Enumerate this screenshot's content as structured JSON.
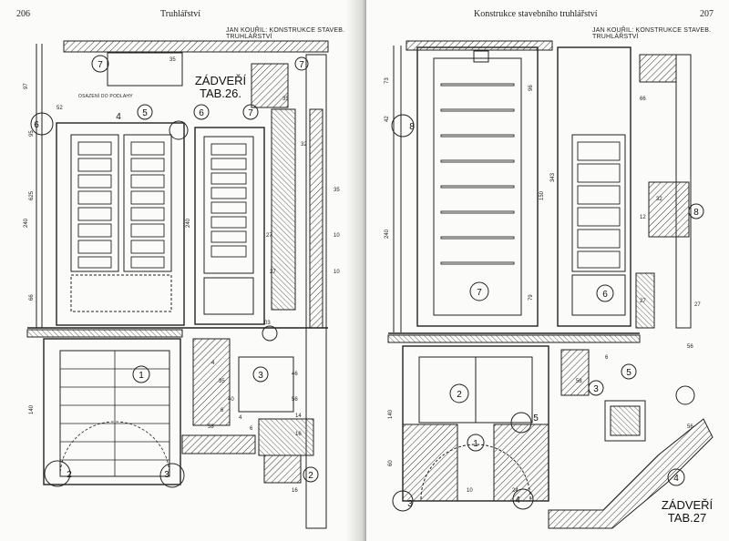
{
  "left_page": {
    "page_number": "206",
    "running_head": "Truhlářství",
    "author_credit": "JAN KOUŘIL: KONSTRUKCE STAVEB. TRUHLÁŘSTVÍ",
    "plate_title": "ZÁDVEŘÍ",
    "plate_number": "TAB.26.",
    "floor_note": "OSAZENÍ DO PODLAHY",
    "callouts": [
      "7",
      "4",
      "5",
      "6",
      "7",
      "1",
      "2",
      "3",
      "3",
      "2",
      "6",
      "7"
    ],
    "dimensions": [
      "35",
      "97",
      "52",
      "95",
      "625",
      "240",
      "66",
      "140",
      "35",
      "32",
      "27",
      "35",
      "10",
      "27",
      "10",
      "240",
      "46",
      "56",
      "58",
      "03",
      "4",
      "35",
      "40",
      "4",
      "6",
      "6",
      "14",
      "16",
      "16"
    ]
  },
  "right_page": {
    "page_number": "207",
    "running_head": "Konstrukce stavebního truhlářství",
    "author_credit": "JAN KOUŘIL: KONSTRUKCE STAVEB. TRUHLÁŘSTVÍ",
    "plate_title": "ZÁDVEŘÍ",
    "plate_number": "TAB.27",
    "callouts": [
      "8",
      "7",
      "6",
      "2",
      "1",
      "5",
      "3",
      "4",
      "3",
      "5",
      "8",
      "4"
    ],
    "dimensions": [
      "73",
      "42",
      "240",
      "140",
      "60",
      "96",
      "150",
      "343",
      "79",
      "12",
      "66",
      "32",
      "27",
      "27",
      "56",
      "56",
      "58",
      "6",
      "10",
      "24"
    ]
  }
}
